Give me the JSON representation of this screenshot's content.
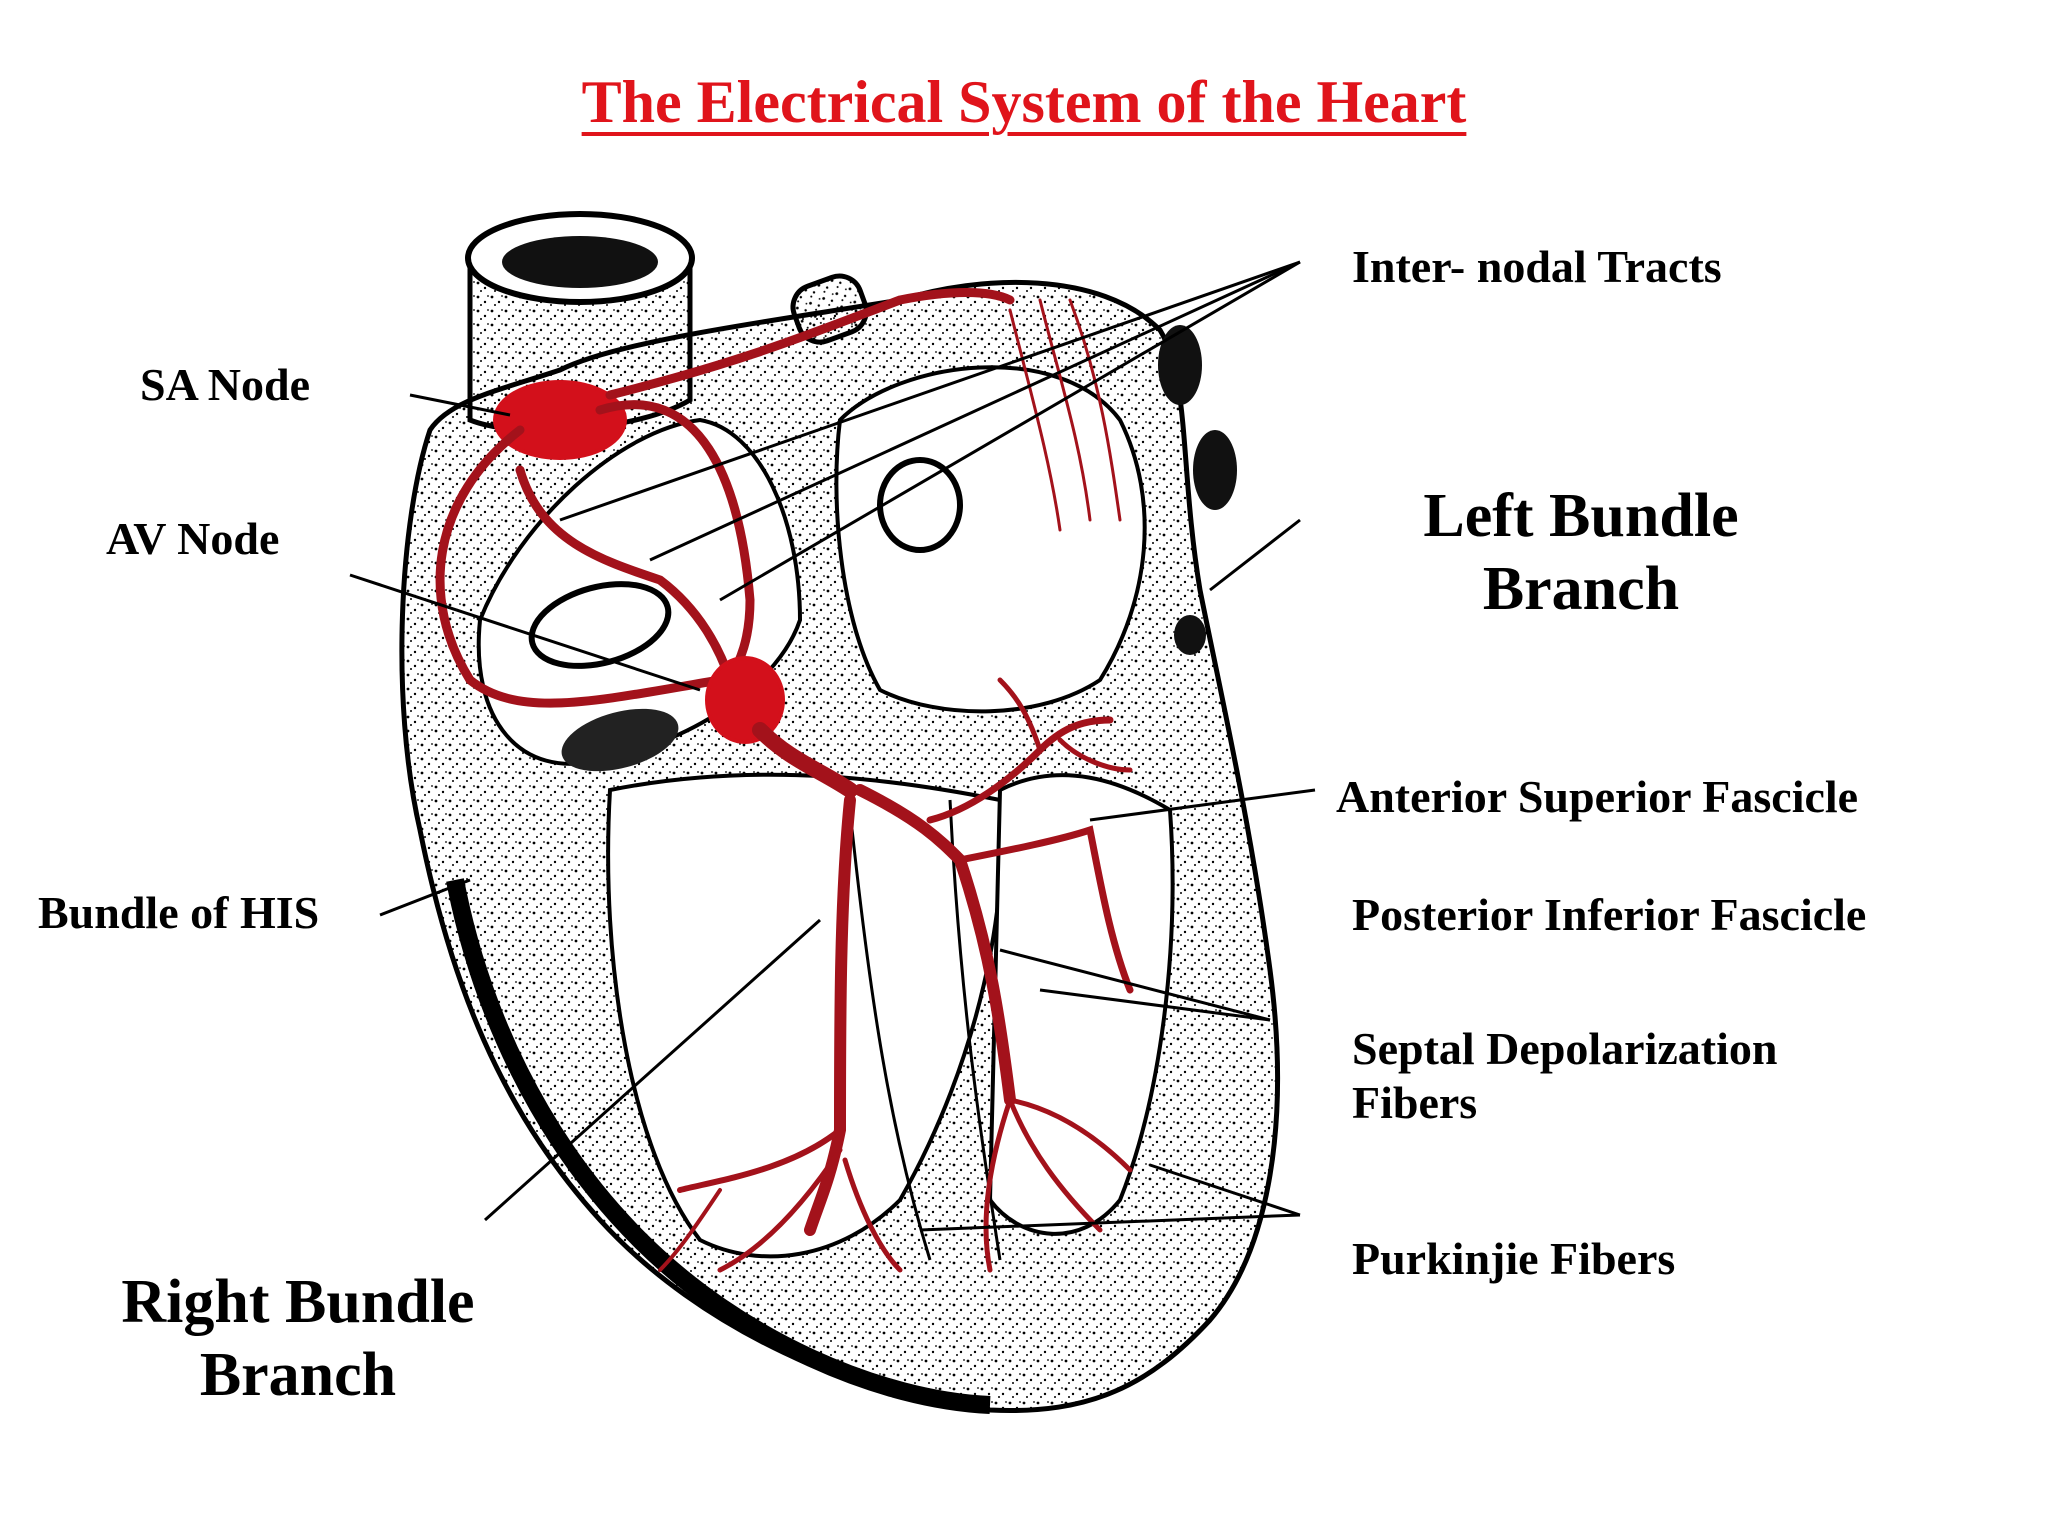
{
  "title": "The Electrical System of the Heart",
  "labels": {
    "sa_node": "SA Node",
    "av_node": "AV Node",
    "bundle_of_his": "Bundle of HIS",
    "right_bundle_branch": [
      "Right Bundle",
      "Branch"
    ],
    "internodal_tracts": "Inter- nodal Tracts",
    "left_bundle_branch": [
      "Left Bundle",
      "Branch"
    ],
    "anterior_superior_fascicle": "Anterior Superior Fascicle",
    "posterior_inferior_fascicle": "Posterior Inferior Fascicle",
    "septal_depolarization_fibers": [
      "Septal Depolarization",
      "Fibers"
    ],
    "purkinje_fibers": "Purkinjie Fibers"
  },
  "colors": {
    "title": "#e0141b",
    "conduction": "#a3121b",
    "node": "#d3101b",
    "outline": "#000000"
  }
}
